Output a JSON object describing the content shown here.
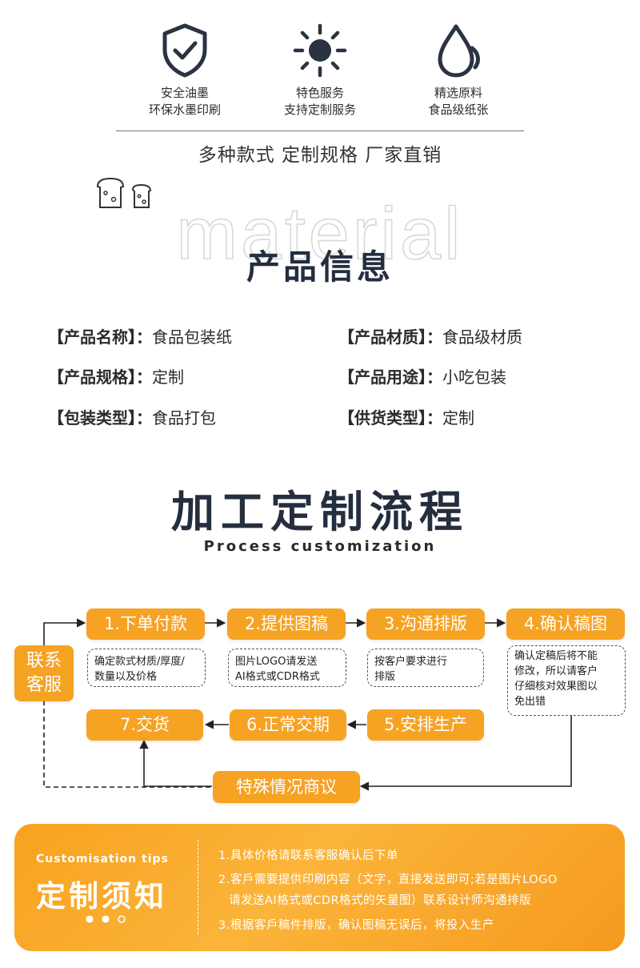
{
  "features": [
    {
      "icon": "shield-check-icon",
      "line1": "安全油墨",
      "line2": "环保水墨印刷"
    },
    {
      "icon": "sun-icon",
      "line1": "特色服务",
      "line2": "支持定制服务"
    },
    {
      "icon": "water-drop-icon",
      "line1": "精选原料",
      "line2": "食品级纸张"
    }
  ],
  "tagline": "多种款式 定制规格 厂家直销",
  "product_info": {
    "watermark": "material",
    "title": "产品信息",
    "items": [
      {
        "key": "【产品名称】：",
        "value": "食品包装纸"
      },
      {
        "key": "【产品材质】：",
        "value": "食品级材质"
      },
      {
        "key": "【产品规格】：",
        "value": "定制"
      },
      {
        "key": "【产品用途】：",
        "value": "小吃包装"
      },
      {
        "key": "【包装类型】：",
        "value": "食品打包"
      },
      {
        "key": "【供货类型】：",
        "value": "定制"
      }
    ]
  },
  "process": {
    "title": "加工定制流程",
    "subtitle": "Process customization",
    "contact_line1": "联系",
    "contact_line2": "客服",
    "steps": [
      "1.下单付款",
      "2.提供图稿",
      "3.沟通排版",
      "4.确认稿图",
      "5.安排生产",
      "6.正常交期",
      "7.交货"
    ],
    "notes": [
      {
        "line1": "确定款式材质/厚度/",
        "line2": "数量以及价格"
      },
      {
        "line1": "图片LOGO请发送",
        "line2": "AI格式或CDR格式"
      },
      {
        "line1": "按客户要求进行",
        "line2": "排版"
      },
      {
        "line1": "确认定稿后将不能",
        "line2": "修改，所以请客户",
        "line3": "仔细核对效果图以",
        "line4": "免出错"
      }
    ],
    "special": "特殊情况商议"
  },
  "tips": {
    "en": "Customisation tips",
    "zh": "定制须知",
    "lines": [
      "1.具体价格请联系客服确认后下单",
      "2.客戶需要提供印刷内容（文字，直接发送即可;若是图片LOGO",
      "请发送AI格式或CDR格式的矢量图）联系设计师沟通排版",
      "3.根据客戶稿件排版，确认图稿无误后，将投入生产"
    ]
  },
  "colors": {
    "accent": "#f6a223",
    "navy": "#242e3f"
  }
}
